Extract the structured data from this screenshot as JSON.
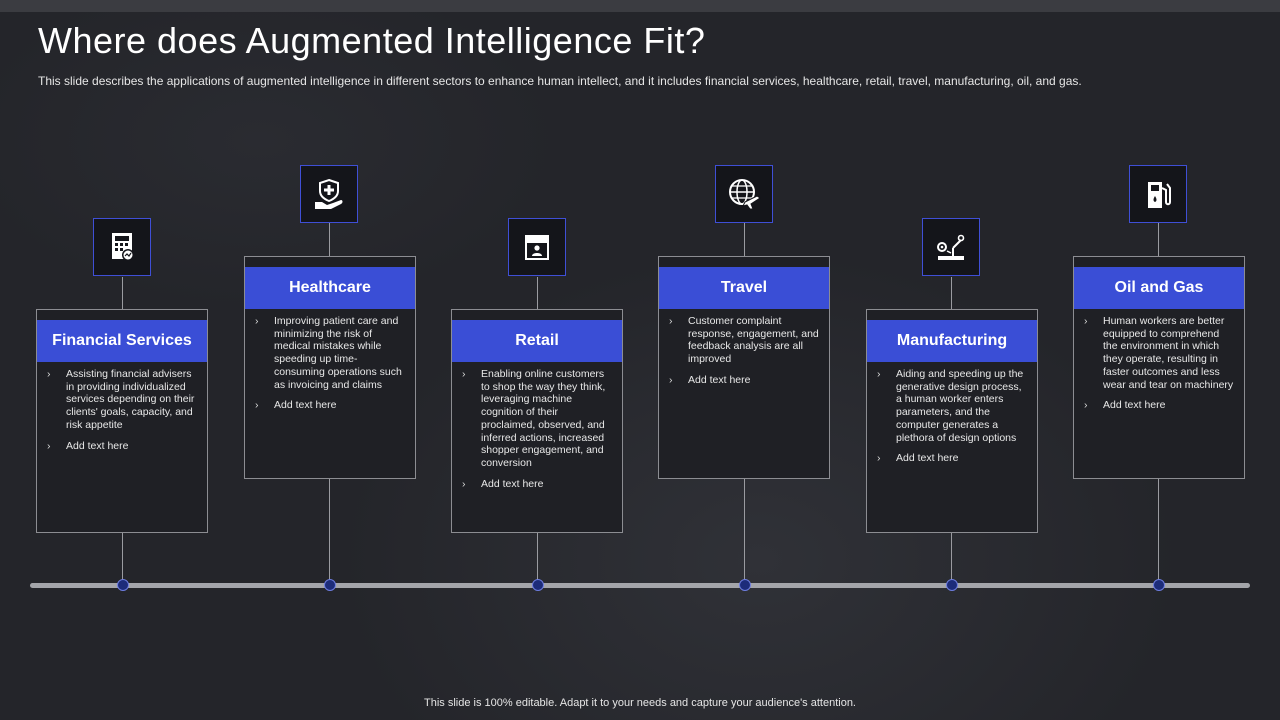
{
  "slide": {
    "title": "Where does Augmented Intelligence Fit?",
    "subtitle": "This slide describes the applications of augmented intelligence in different sectors to enhance human intellect, and it includes financial services, healthcare, retail, travel, manufacturing, oil, and gas.",
    "footer": "This slide is 100% editable.  Adapt it to your needs and capture your audience's attention."
  },
  "colors": {
    "background": "#24252a",
    "accent": "#3a4ed6",
    "card_border": "#8c8d92",
    "timeline": "#a4a5aa"
  },
  "bullet_glyph": "›",
  "sectors": [
    {
      "heading": "Financial Services",
      "icon": "calculator-chart-icon",
      "bullets": [
        "Assisting financial advisers in providing individualized services depending on their clients' goals, capacity, and risk appetite",
        "Add text here"
      ]
    },
    {
      "heading": "Healthcare",
      "icon": "medical-shield-hand-icon",
      "bullets": [
        "Improving patient care and minimizing the risk of medical mistakes while speeding up time-consuming operations such as invoicing and claims",
        "Add text here"
      ]
    },
    {
      "heading": "Retail",
      "icon": "store-front-icon",
      "bullets": [
        "Enabling online customers to shop the way they think, leveraging machine cognition of their proclaimed, observed, and inferred actions, increased shopper engagement, and conversion",
        "Add text here"
      ]
    },
    {
      "heading": "Travel",
      "icon": "globe-plane-icon",
      "bullets": [
        "Customer complaint response, engagement, and feedback analysis are all improved",
        "Add text here"
      ]
    },
    {
      "heading": "Manufacturing",
      "icon": "robotic-arm-icon",
      "bullets": [
        "Aiding and speeding up the generative design process, a human worker enters parameters, and the computer generates a plethora of design options",
        "Add text here"
      ]
    },
    {
      "heading": "Oil and Gas",
      "icon": "fuel-pump-icon",
      "bullets": [
        "Human workers are better equipped to comprehend the environment in which they operate, resulting in faster outcomes and less wear and tear on machinery",
        "Add text here"
      ]
    }
  ]
}
